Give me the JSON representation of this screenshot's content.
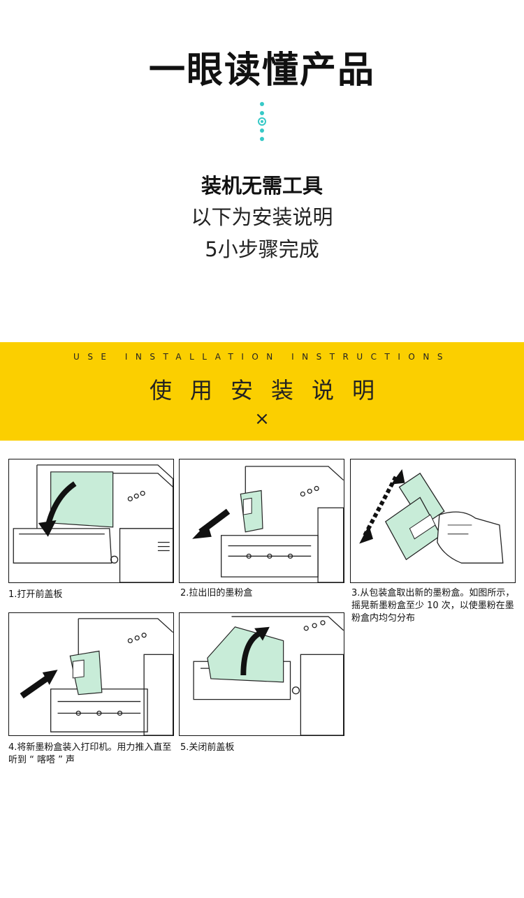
{
  "header": {
    "title": "一眼读懂产品",
    "line1": "装机无需工具",
    "line2": "以下为安装说明",
    "line3": "5小步骤完成"
  },
  "banner": {
    "english": "USE INSTALLATION INSTRUCTIONS",
    "chinese": "使用安装说明",
    "close_mark": "×"
  },
  "steps": [
    {
      "caption": "1.打开前盖板"
    },
    {
      "caption": "2.拉出旧的墨粉盒"
    },
    {
      "caption": "3.从包装盒取出新的墨粉盒。如图所示，摇晃新墨粉盒至少 10 次，以使墨粉在墨粉盒内均匀分布"
    },
    {
      "caption": "4.将新墨粉盒装入打印机。用力推入直至听到 “ 喀嗒 ” 声"
    },
    {
      "caption": "5.关闭前盖板"
    }
  ],
  "colors": {
    "accent_teal": "#37c9c7",
    "banner_yellow": "#fbcf00",
    "illustration_green": "#c8ecd8"
  }
}
